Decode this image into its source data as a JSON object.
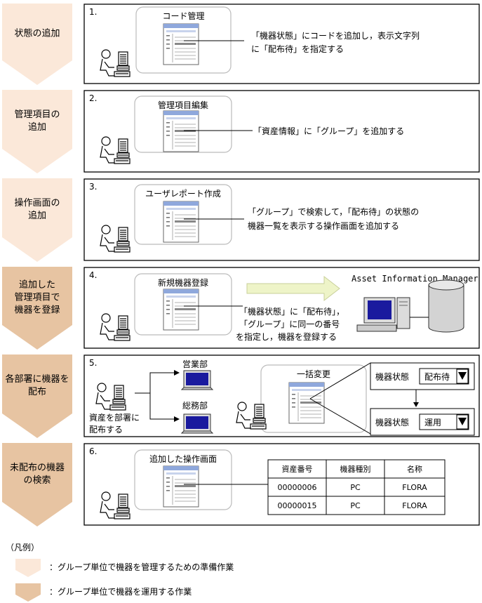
{
  "colors": {
    "prep": "#fbe8d9",
    "operate": "#e7c4a2",
    "arrow": "#eef4c8",
    "monitor": "#1a1a9e"
  },
  "steps": [
    {
      "number": "1.",
      "phase": "prep",
      "label_lines": [
        "状態の追加"
      ],
      "screen_title": "コード管理",
      "note_lines": [
        "「機器状態」にコードを追加し，表示文字列",
        "に「配布待」を指定する"
      ]
    },
    {
      "number": "2.",
      "phase": "prep",
      "label_lines": [
        "管理項目の",
        "追加"
      ],
      "screen_title": "管理項目編集",
      "note_lines": [
        "「資産情報」に「グループ」を追加する"
      ]
    },
    {
      "number": "3.",
      "phase": "prep",
      "label_lines": [
        "操作画面の",
        "追加"
      ],
      "screen_title": "ユーザレポート作成",
      "note_lines": [
        "「グループ」で検索して，「配布待」の状態の",
        "機器一覧を表示する操作画面を追加する"
      ]
    },
    {
      "number": "4.",
      "phase": "operate",
      "label_lines": [
        "追加した",
        "管理項目で",
        "機器を登録"
      ],
      "screen_title": "新規機器登録",
      "note_lines": [
        "「機器状態」に「配布待」，",
        "「グループ」に同一の番号",
        "を指定し，機器を登録する"
      ],
      "system_name": "Asset Information Manager"
    },
    {
      "number": "5.",
      "phase": "operate",
      "label_lines": [
        "各部署に機器を",
        "配布"
      ],
      "screen_title": "一括変更",
      "note_lines": [
        "資産を部署に",
        "配布する"
      ],
      "departments": [
        "営業部",
        "総務部"
      ],
      "status_before": {
        "label": "機器状態",
        "value": "配布待"
      },
      "status_after": {
        "label": "機器状態",
        "value": "運用"
      }
    },
    {
      "number": "6.",
      "phase": "operate",
      "label_lines": [
        "未配布の機器",
        "の検索"
      ],
      "screen_title": "追加した操作画面",
      "table": {
        "headers": [
          "資産番号",
          "機器種別",
          "名称"
        ],
        "rows": [
          [
            "00000006",
            "PC",
            "FLORA"
          ],
          [
            "00000015",
            "PC",
            "FLORA"
          ]
        ]
      }
    }
  ],
  "legend": {
    "title": "（凡例）",
    "items": [
      {
        "phase": "prep",
        "text": "：グループ単位で機器を管理するための準備作業"
      },
      {
        "phase": "operate",
        "text": "：グループ単位で機器を運用する作業"
      }
    ]
  }
}
